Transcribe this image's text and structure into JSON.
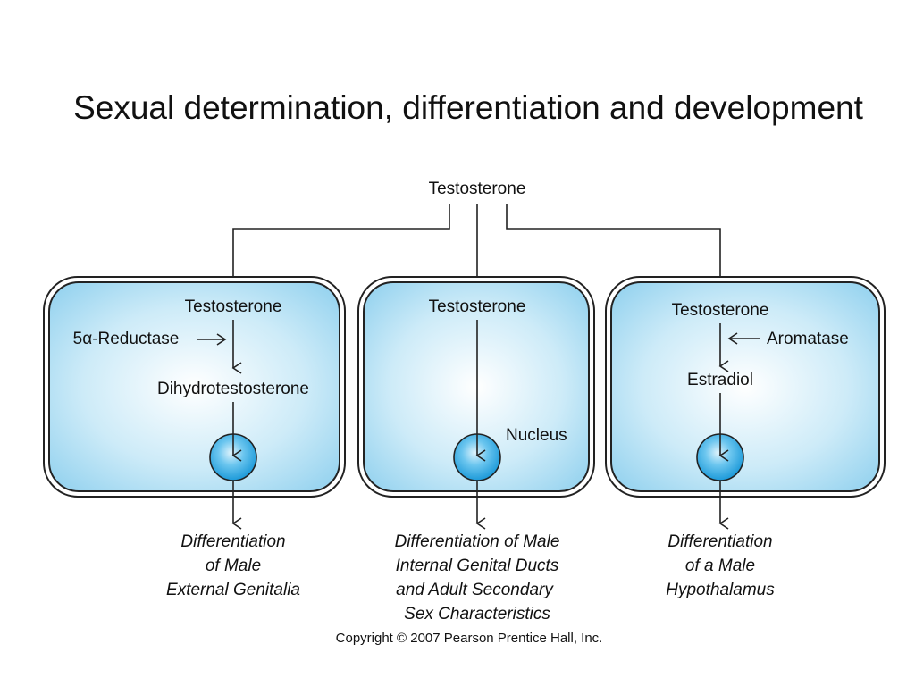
{
  "title": "Sexual determination, differentiation and development",
  "top_label": "Testosterone",
  "cells": [
    {
      "id": "left",
      "input": "Testosterone",
      "enzyme": "5α-Reductase",
      "product": "Dihydrotestosterone",
      "outcome": [
        "Differentiation",
        "of Male",
        "External Genitalia"
      ]
    },
    {
      "id": "middle",
      "input": "Testosterone",
      "nucleus_label": "Nucleus",
      "outcome": [
        "Differentiation of Male",
        "Internal Genital Ducts",
        "and Adult Secondary",
        "Sex Characteristics"
      ]
    },
    {
      "id": "right",
      "input": "Testosterone",
      "enzyme": "Aromatase",
      "product": "Estradiol",
      "outcome": [
        "Differentiation",
        "of a Male",
        "Hypothalamus"
      ]
    }
  ],
  "copyright": "Copyright © 2007 Pearson Prentice Hall, Inc.",
  "colors": {
    "cell_fill_center": "#ffffff",
    "cell_fill_edge": "#8fd0ee",
    "nucleus_fill": "#2aa6e2"
  }
}
